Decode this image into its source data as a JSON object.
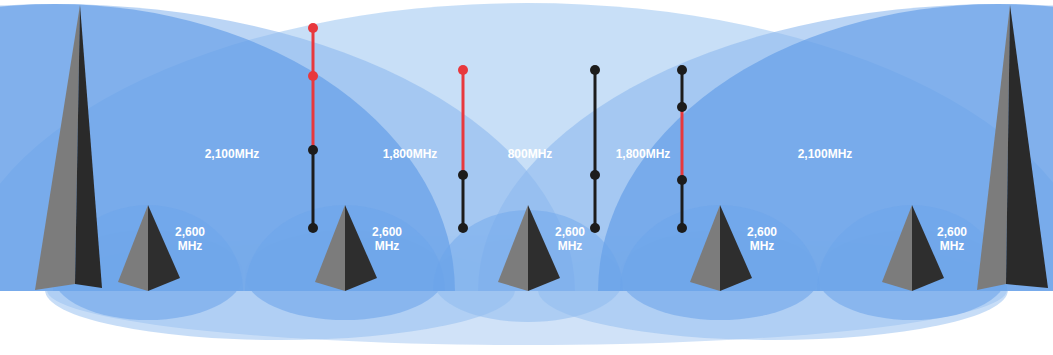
{
  "diagram": {
    "labels": [
      "2,100MHz",
      "1,800MHz",
      "800MHz",
      "1,800MHz",
      "2,100MHz",
      "2,600 MHz",
      "2,600 MHz",
      "2,600 MHz",
      "2,600 MHz",
      "2,600 MHz"
    ]
  }
}
